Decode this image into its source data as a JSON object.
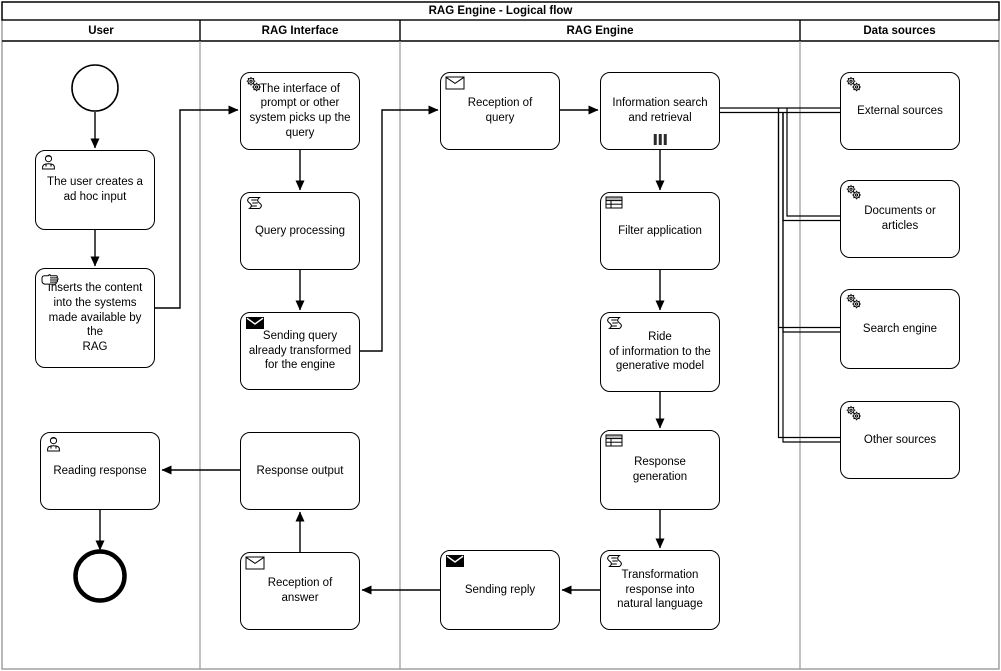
{
  "title": "RAG Engine - Logical flow",
  "lanes": {
    "user": "User",
    "rag_interface": "RAG Interface",
    "rag_engine": "RAG Engine",
    "data_sources": "Data sources"
  },
  "nodes": {
    "user_creates": "The user creates a\nad hoc input",
    "inserts_content": "Inserts the content\ninto the systems\nmade available by the\nRAG",
    "reading_response": "Reading response",
    "interface_picks": "The interface of\nprompt or other\nsystem picks up the\nquery",
    "query_processing": "Query processing",
    "sending_query": "Sending query\nalready transformed\nfor the engine",
    "response_output": "Response output",
    "reception_answer": "Reception of\nanswer",
    "reception_query": "Reception of\nquery",
    "info_search": "Information search\nand retrieval",
    "filter_application": "Filter application",
    "ride_information": "Ride\nof information to the\ngenerative model",
    "response_generation": "Response\ngeneration",
    "transformation_response": "Transformation\nresponse into\nnatural language",
    "sending_reply": "Sending reply",
    "external_sources": "External sources",
    "documents_articles": "Documents or\narticles",
    "search_engine": "Search engine",
    "other_sources": "Other sources"
  },
  "icons": {
    "user_creates": "user-icon",
    "inserts_content": "manual-task-hand-icon",
    "reading_response": "user-icon",
    "interface_picks": "service-gears-icon",
    "query_processing": "script-icon",
    "sending_query": "send-message-icon",
    "reception_query": "receive-message-icon",
    "filter_application": "business-rule-table-icon",
    "ride_information": "script-icon",
    "response_generation": "business-rule-table-icon",
    "transformation_response": "script-icon",
    "sending_reply": "send-message-icon",
    "reception_answer": "receive-message-icon",
    "external_sources": "service-gears-icon",
    "documents_articles": "service-gears-icon",
    "search_engine": "service-gears-icon",
    "other_sources": "service-gears-icon"
  },
  "markers": {
    "info_search": "parallel-multi-instance"
  },
  "events": {
    "start": "start-event-circle",
    "end": "end-event-circle"
  },
  "colors": {
    "shape_stroke": "#000000",
    "lane_border": "#9a9a9a",
    "pool_header_border": "#000000",
    "background": "#ffffff",
    "send_icon_fill": "#000000",
    "table_icon_header": "#b3b3b3"
  }
}
